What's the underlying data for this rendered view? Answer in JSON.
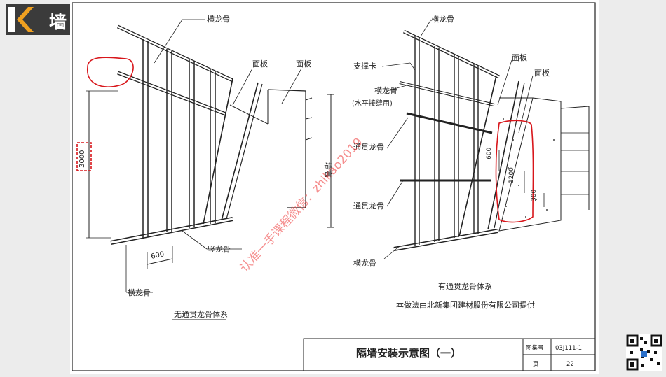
{
  "header": {
    "logo_title": "墙"
  },
  "left_diagram": {
    "label_top_runner": "横龙骨",
    "label_panel": "面板",
    "label_panel_2": "面板",
    "label_stud": "竖龙骨",
    "label_bottom_runner": "横龙骨",
    "dim_height": "3000",
    "dim_spacing": "600",
    "label_wall_height": "墙高",
    "caption": "无通贯龙骨体系"
  },
  "right_diagram": {
    "label_top_runner": "横龙骨",
    "label_brace": "支撑卡",
    "label_horizontal_runner": "横龙骨",
    "label_horizontal_runner_note": "(水平接缝用)",
    "label_through_channel_1": "通贯龙骨",
    "label_through_channel_2": "通贯龙骨",
    "label_bottom_runner": "横龙骨",
    "label_panel_1": "面板",
    "label_panel_2": "面板",
    "dim_600": "600",
    "dim_1200": "1200",
    "dim_300": "300",
    "caption": "有通贯龙骨体系",
    "credit": "本做法由北新集团建材股份有限公司提供"
  },
  "watermark": "认准一手课程微信：zhikao2019",
  "title_block": {
    "title": "隔墙安装示意图（一）",
    "atlas_label": "图集号",
    "atlas_value": "03J111-1",
    "page_label": "页",
    "page_value": "22"
  },
  "colors": {
    "annotation_red": "#d8161b",
    "line": "#222222"
  }
}
